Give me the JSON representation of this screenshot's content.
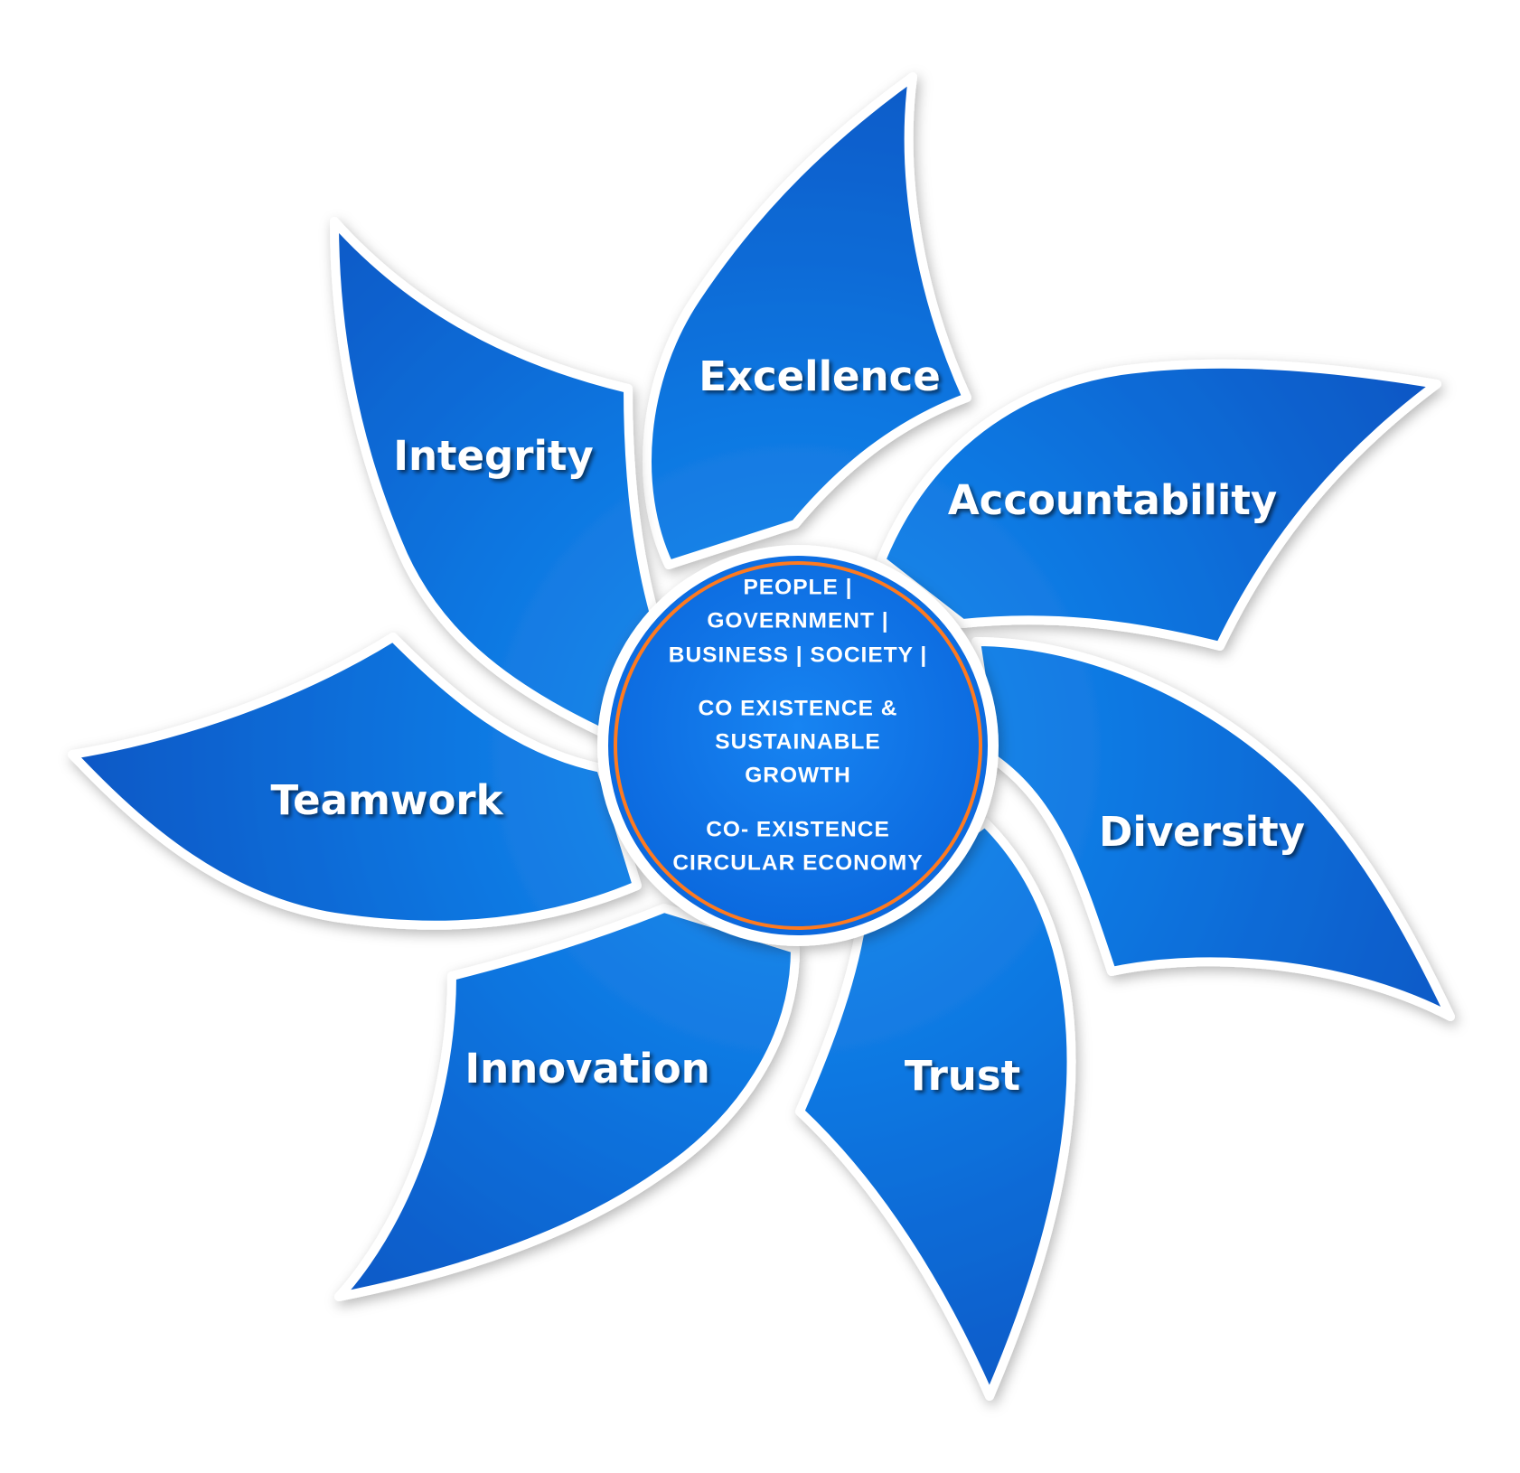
{
  "petals": [
    {
      "id": "excellence",
      "label": "Excellence"
    },
    {
      "id": "accountability",
      "label": "Accountability"
    },
    {
      "id": "diversity",
      "label": "Diversity"
    },
    {
      "id": "trust",
      "label": "Trust"
    },
    {
      "id": "innovation",
      "label": "Innovation"
    },
    {
      "id": "teamwork",
      "label": "Teamwork"
    },
    {
      "id": "integrity",
      "label": "Integrity"
    }
  ],
  "hub": {
    "line1": "PEOPLE |",
    "line2": "GOVERNMENT |",
    "line3": "BUSINESS | SOCIETY |",
    "line4": "CO EXISTENCE &",
    "line5": "SUSTAINABLE",
    "line6": "GROWTH",
    "line7": "CO- EXISTENCE",
    "line8": "CIRCULAR ECONOMY"
  },
  "colors": {
    "petal_light": "#2a93ee",
    "petal_dark": "#0b56c4",
    "hub_fill": "#0e72ec",
    "hub_ring": "#ff7a1f",
    "label_text": "#ffffff"
  }
}
